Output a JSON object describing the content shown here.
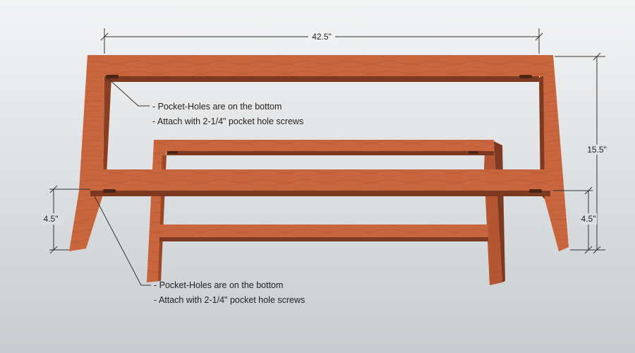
{
  "dimensions": {
    "overall_width": "42.5\"",
    "overall_height": "15.5\"",
    "left_leg_offset": "4.5\"",
    "right_leg_offset": "4.5\""
  },
  "notes": {
    "top": {
      "line1": "- Pocket-Holes are on the bottom",
      "line2": "- Attach with 2-1/4\" pocket hole screws"
    },
    "bottom": {
      "line1": "- Pocket-Holes are on the bottom",
      "line2": "- Attach with 2-1/4\" pocket hole screws"
    }
  },
  "colors": {
    "wood_light": "#c9663e",
    "wood_mid": "#b45632",
    "wood_dark": "#7d3a20",
    "background_top": "#f2f3f4",
    "background_bottom": "#c9cdd1"
  }
}
